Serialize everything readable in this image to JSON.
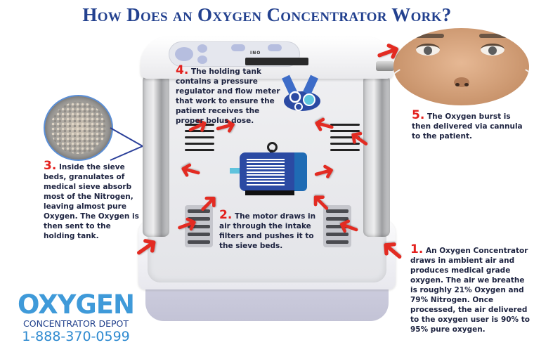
{
  "title": "How Does an Oxygen Concentrator Work?",
  "colors": {
    "title": "#23418f",
    "step_number": "#e3201d",
    "callout_text": "#1d2340",
    "arrow": "#e32b22",
    "motor_body": "#2b4aa3",
    "logo_blue": "#3f9ad9",
    "logo_dark": "#1d3d8a"
  },
  "device": {
    "brand_label": "INO",
    "control_buttons": [
      "power-button",
      "bolus-button",
      "brightness-button",
      "plus-button",
      "minus-button"
    ]
  },
  "steps": [
    {
      "number": "1.",
      "text": "An Oxygen Concentrator draws in ambient air and produces medical grade oxygen. The air we breathe is roughly 21% Oxygen and 79% Nitrogen. Once processed, the air delivered to the oxygen user is 90% to 95% pure oxygen."
    },
    {
      "number": "2.",
      "text": "The motor draws in air through the intake filters and pushes it to the sieve beds."
    },
    {
      "number": "3.",
      "text": "Inside the sieve beds, granulates of medical sieve absorb most of the Nitrogen, leaving almost pure Oxygen. The Oxygen is then sent to the holding tank."
    },
    {
      "number": "4.",
      "text": "The holding tank contains a pressure regulator and flow meter that work to ensure the patient receives the proper bolus dose."
    },
    {
      "number": "5.",
      "text": "The Oxygen burst is then delivered via cannula to the patient."
    }
  ],
  "logo": {
    "main": "OXYGEN",
    "sub": "CONCENTRATOR DEPOT",
    "phone": "1-888-370-0599"
  },
  "icons": [
    "motor-icon",
    "engine-gears-icon",
    "sieve-beads-image",
    "patient-face-image",
    "flow-arrow-icon"
  ]
}
